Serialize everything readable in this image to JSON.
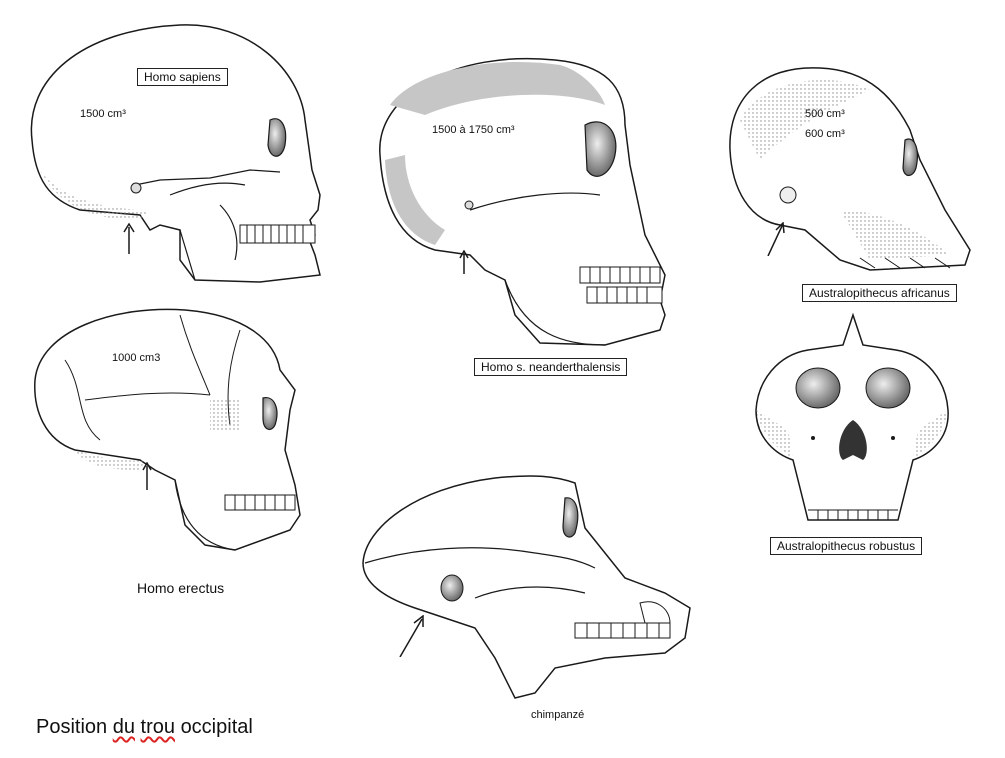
{
  "labels": {
    "homo_sapiens": "Homo sapiens",
    "homo_sapiens_volume": "1500 cm³",
    "neanderthal_volume": "1500 à 1750 cm³",
    "neanderthal": "Homo s. neanderthalensis",
    "africanus_volume_1": "500 cm³",
    "africanus_volume_2": "600 cm³",
    "africanus": "Australopithecus africanus",
    "robustus": "Australopithecus robustus",
    "erectus_volume": "1000 cm3",
    "erectus": "Homo erectus",
    "chimp": "chimpanzé"
  },
  "title": {
    "part1": "Position",
    "part2": "du",
    "part3": "trou",
    "part4": "occipital"
  },
  "colors": {
    "line": "#1a1a1a",
    "stipple": "#bdbdbd",
    "orbit": "#7a7a7a"
  }
}
